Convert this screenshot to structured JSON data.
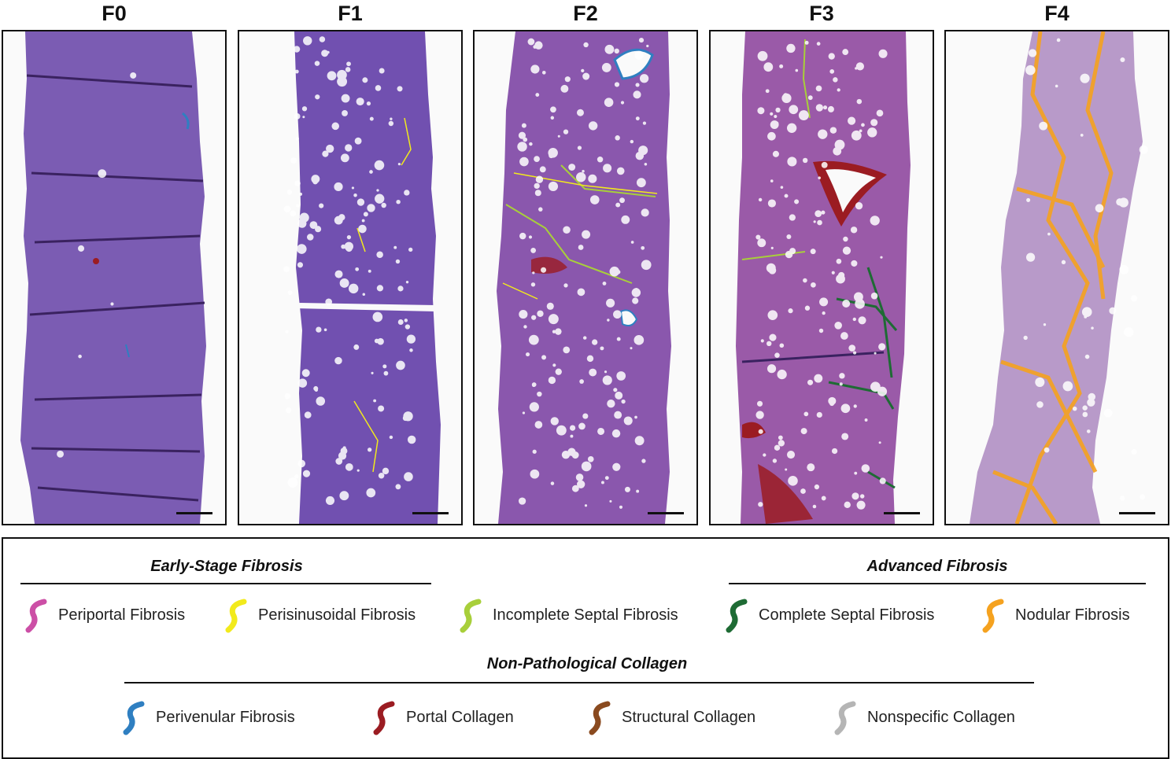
{
  "panels": [
    {
      "title": "F0",
      "tissue": "#7b5cb3"
    },
    {
      "title": "F1",
      "tissue": "#7150b0"
    },
    {
      "title": "F2",
      "tissue": "#8a57ad"
    },
    {
      "title": "F3",
      "tissue": "#9a5aa8"
    },
    {
      "title": "F4",
      "tissue": "#b89ac9"
    }
  ],
  "legend": {
    "early_title": "Early-Stage Fibrosis",
    "advanced_title": "Advanced Fibrosis",
    "nonpath_title": "Non-Pathological Collagen",
    "items": [
      {
        "label": "Periportal Fibrosis",
        "color": "#cc4fa6"
      },
      {
        "label": "Perisinusoidal Fibrosis",
        "color": "#f2ea1c"
      },
      {
        "label": "Incomplete Septal Fibrosis",
        "color": "#a8cf3a"
      },
      {
        "label": "Complete Septal Fibrosis",
        "color": "#1e6b34"
      },
      {
        "label": "Nodular Fibrosis",
        "color": "#f5a21f"
      },
      {
        "label": "Perivenular Fibrosis",
        "color": "#2f7fc1"
      },
      {
        "label": "Portal Collagen",
        "color": "#9b1c22"
      },
      {
        "label": "Structural Collagen",
        "color": "#8a4a1f"
      },
      {
        "label": "Nonspecific Collagen",
        "color": "#b5b5b5"
      }
    ]
  }
}
